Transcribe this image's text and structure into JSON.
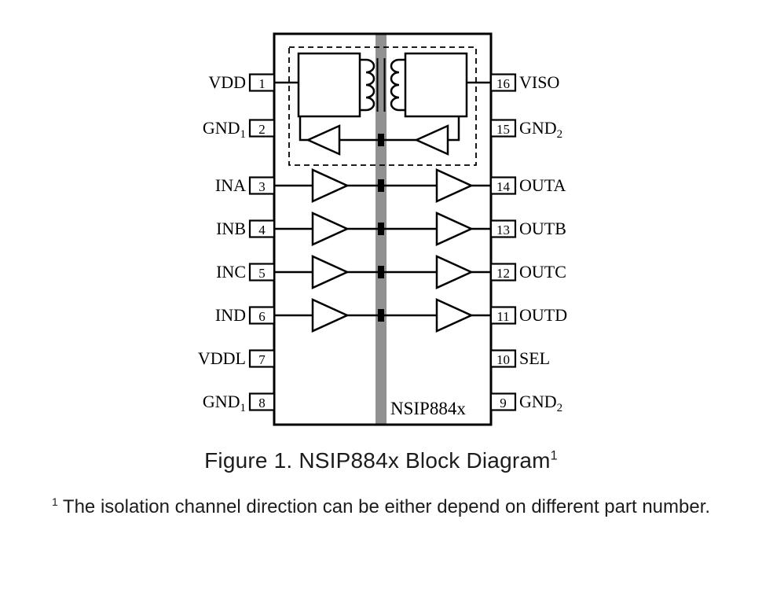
{
  "chip": {
    "label": "NSIP884x"
  },
  "pins_left": [
    {
      "num": "1",
      "name": "VDD",
      "sub": ""
    },
    {
      "num": "2",
      "name": "GND",
      "sub": "1"
    },
    {
      "num": "3",
      "name": "INA",
      "sub": ""
    },
    {
      "num": "4",
      "name": "INB",
      "sub": ""
    },
    {
      "num": "5",
      "name": "INC",
      "sub": ""
    },
    {
      "num": "6",
      "name": "IND",
      "sub": ""
    },
    {
      "num": "7",
      "name": "VDDL",
      "sub": ""
    },
    {
      "num": "8",
      "name": "GND",
      "sub": "1"
    }
  ],
  "pins_right": [
    {
      "num": "16",
      "name": "VISO",
      "sub": ""
    },
    {
      "num": "15",
      "name": "GND",
      "sub": "2"
    },
    {
      "num": "14",
      "name": "OUTA",
      "sub": ""
    },
    {
      "num": "13",
      "name": "OUTB",
      "sub": ""
    },
    {
      "num": "12",
      "name": "OUTC",
      "sub": ""
    },
    {
      "num": "11",
      "name": "OUTD",
      "sub": ""
    },
    {
      "num": "10",
      "name": "SEL",
      "sub": ""
    },
    {
      "num": "9",
      "name": "GND",
      "sub": "2"
    }
  ],
  "caption": {
    "text": "Figure 1. NSIP884x Block Diagram",
    "sup": "1"
  },
  "footnote": {
    "sup": "1",
    "text": "The isolation channel direction can be either depend on different part number."
  },
  "colors": {
    "barrier": "#919191",
    "line": "#000000"
  }
}
